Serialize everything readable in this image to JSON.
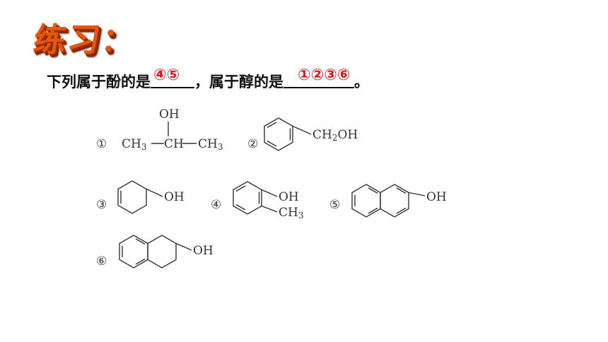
{
  "header": {
    "title": "练习："
  },
  "question": {
    "part1": "下列属于酚的是",
    "answer1": "④⑤",
    "part2": "，属于醇的是",
    "answer2": "①②③⑥",
    "end": "。"
  },
  "structures": [
    {
      "num": "①",
      "labels": [
        "OH",
        "CH",
        "3",
        "CH",
        "CH",
        "3"
      ]
    },
    {
      "num": "②",
      "labels": [
        "CH",
        "2",
        "OH"
      ]
    },
    {
      "num": "③",
      "labels": [
        "OH"
      ]
    },
    {
      "num": "④",
      "labels": [
        "OH",
        "CH",
        "3"
      ]
    },
    {
      "num": "⑤",
      "labels": [
        "OH"
      ]
    },
    {
      "num": "⑥",
      "labels": [
        "OH"
      ]
    }
  ]
}
